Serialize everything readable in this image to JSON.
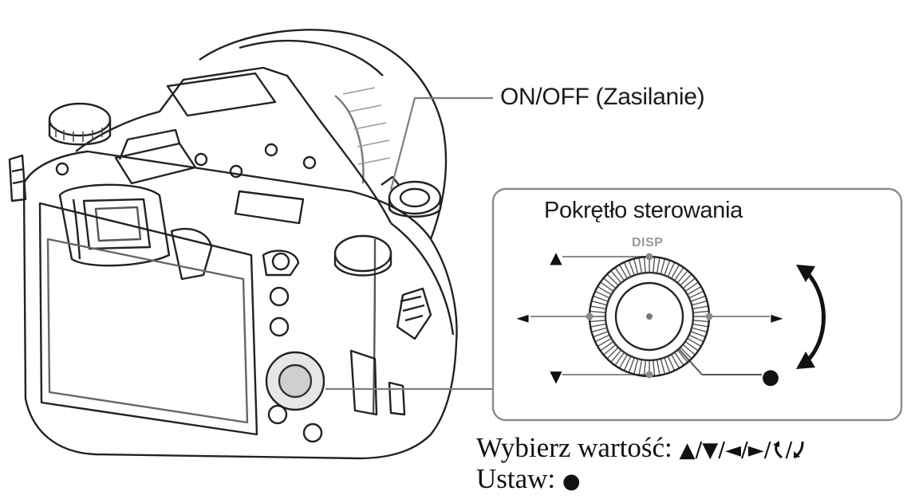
{
  "labels": {
    "power": "ON/OFF (Zasilanie)",
    "dial_title": "Pokrętło sterowania",
    "disp": "DISP"
  },
  "instructions": {
    "select_prefix": "Wybierz wartość: ",
    "select_symbols": "▲/▼/◄/►/",
    "select_separator": "/",
    "set_prefix": "Ustaw: ",
    "set_symbol": "●"
  },
  "dial": {
    "up_symbol": "▲",
    "down_symbol": "▼",
    "left_symbol": "◄",
    "right_symbol": "►",
    "center_symbol": "●"
  }
}
